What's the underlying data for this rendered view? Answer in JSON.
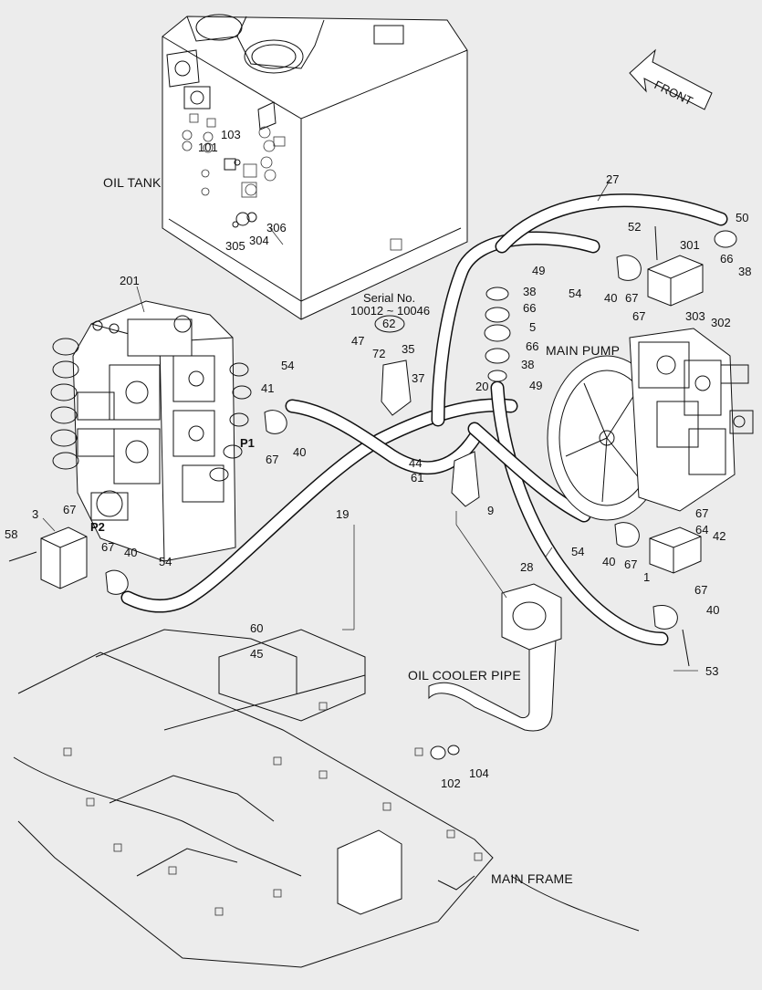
{
  "labels": {
    "oil_tank": "OIL TANK",
    "main_pump": "MAIN PUMP",
    "oil_cooler_pipe": "OIL COOLER PIPE",
    "main_frame": "MAIN FRAME",
    "front": "FRONT",
    "serial_label": "Serial No.",
    "serial_range": "10012 ~ 10046",
    "serial_callout": "62",
    "port_p1": "P1",
    "port_p2": "P2"
  },
  "callouts": {
    "c27": "27",
    "c50": "50",
    "c52": "52",
    "c301": "301",
    "c66a": "66",
    "c38a": "38",
    "c49a": "49",
    "c38b": "38",
    "c54a": "54",
    "c40a": "40",
    "c67a": "67",
    "c302": "302",
    "c303": "303",
    "c67b": "67",
    "c66b": "66",
    "c5": "5",
    "c66c": "66",
    "c38c": "38",
    "c49b": "49",
    "c103": "103",
    "c101": "101",
    "c306": "306",
    "c305": "305",
    "c304": "304",
    "c201": "201",
    "c47": "47",
    "c72": "72",
    "c35": "35",
    "c54b": "54",
    "c41": "41",
    "c67c": "67",
    "c40b": "40",
    "c37": "37",
    "c20": "20",
    "c44": "44",
    "c61": "61",
    "c9": "9",
    "c19": "19",
    "c3": "3",
    "c67d": "67",
    "c58": "58",
    "c67e": "67",
    "c40c": "40",
    "c54c": "54",
    "c67f": "67",
    "c64": "64",
    "c42": "42",
    "c54d": "54",
    "c40d": "40",
    "c67g": "67",
    "c1": "1",
    "c67h": "67",
    "c28": "28",
    "c40e": "40",
    "c60": "60",
    "c45": "45",
    "c53": "53",
    "c102": "102",
    "c104": "104"
  }
}
